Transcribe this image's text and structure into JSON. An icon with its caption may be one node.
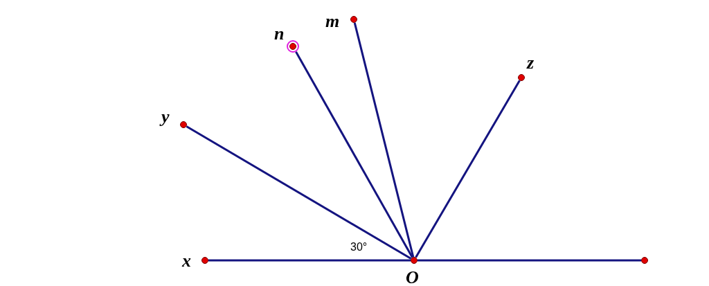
{
  "diagram": {
    "nodes": [
      {
        "text": [
          "m"
        ]
      },
      {
        "text": [
          "n"
        ]
      },
      {
        "text": [
          "z"
        ]
      },
      {
        "text": [
          "y"
        ]
      },
      {
        "text": [
          "x"
        ]
      },
      {
        "text": [
          "O"
        ]
      },
      {
        "text": [],
        "shape": "circle"
      }
    ],
    "edges": [
      {
        "from": 5,
        "to": 4,
        "arrow": "none"
      },
      {
        "from": 5,
        "to": 3,
        "arrow": "none"
      },
      {
        "from": 5,
        "to": 1,
        "arrow": "none"
      },
      {
        "from": 5,
        "to": 0,
        "arrow": "none"
      },
      {
        "from": 5,
        "to": 2,
        "arrow": "none"
      },
      {
        "from": 5,
        "to": 6,
        "arrow": "none"
      }
    ],
    "labels": [
      "30°"
    ]
  }
}
